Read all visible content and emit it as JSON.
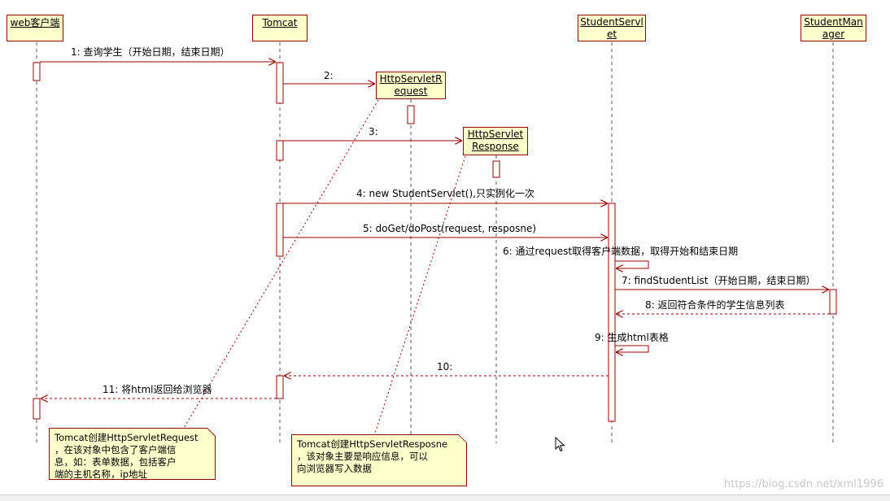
{
  "objects": {
    "web_client": "web客户端",
    "tomcat": "Tomcat",
    "student_servlet": "StudentServlet",
    "student_manager": "StudentManager",
    "http_request": "HttpServletRequest",
    "http_response": "HttpServletResponse"
  },
  "messages": {
    "m1": "1: 查询学生（开始日期，结束日期）",
    "m2": "2:",
    "m3": "3:",
    "m4": "4: new StudentServlet(),只实例化一次",
    "m5": "5: doGet/doPost(request, resposne)",
    "m6": "6: 通过request取得客户端数据，取得开始和结束日期",
    "m7": "7: findStudentList（开始日期，结束日期）",
    "m8": "8: 返回符合条件的学生信息列表",
    "m9": "9: 生成html表格",
    "m10": "10:",
    "m11": "11: 将html返回给浏览器"
  },
  "notes": {
    "request_note": "Tomcat创建HttpServletRequest\n，在该对象中包含了客户端信\n息，如：表单数据，包括客户\n端的主机名称，ip地址",
    "response_note": "Tomcat创建HttpServletResposne\n，该对象主要是响应信息，可以\n向浏览器写入数据"
  },
  "watermark": "https://blog.csdn.net/xml1996",
  "colors": {
    "line": "#990000",
    "object_fill": "#ffffcc",
    "lifeline": "#666666"
  },
  "icons": {
    "cursor": "mouse-pointer-icon"
  }
}
